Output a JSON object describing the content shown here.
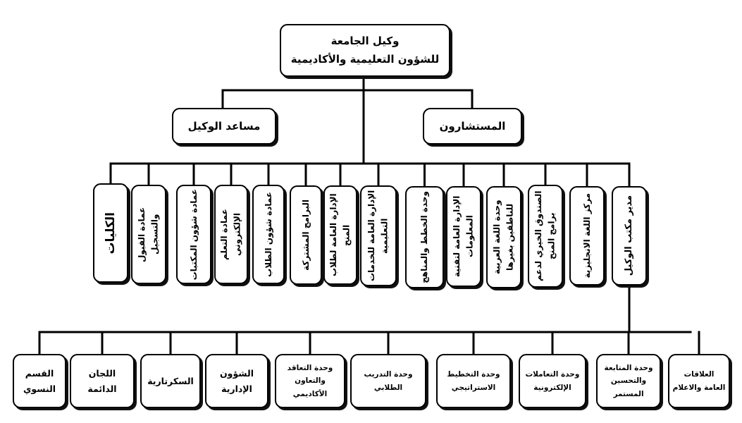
{
  "top": {
    "line1": "وكيل الجامعة",
    "line2": "للشؤون التعليمية والأكاديمية"
  },
  "level2": {
    "assistant": "مساعد الوكيل",
    "advisors": "المستشارون"
  },
  "departments": [
    "مدير مكتب الوكيل",
    "مركز اللغة الانجليزية",
    "الصندوق الخيري لدعم برامج المنح",
    "وحدة اللغة العربية للناطقين بغيرها",
    "الإدارة العامة لتقنية المعلومات",
    "وحدة الخطط والمناهج",
    "الإدارة العامة للخدمات التعليمية",
    "الإدارة العامة لطلاب المنح",
    "البرامج المشتركة",
    "عمادة شؤون الطلاب",
    "عمادة التعلم الإلكتروني",
    "عمادة شؤون المكتبات",
    "عمادة القبول والتسجيل",
    "الكليات"
  ],
  "units": [
    "العلاقات العامة والاعلام",
    "وحدة المتابعة والتحسين المستمر",
    "وحدة التعاملات الإلكترونية",
    "وحدة التخطيط الاستراتيجي",
    "وحدة التدريب الطلابي",
    "وحدة التعاقد والتعاون الأكاديمي",
    "الشؤون الإدارية",
    "السكرتارية",
    "اللجان الدائمة",
    "القسم النسوي"
  ]
}
